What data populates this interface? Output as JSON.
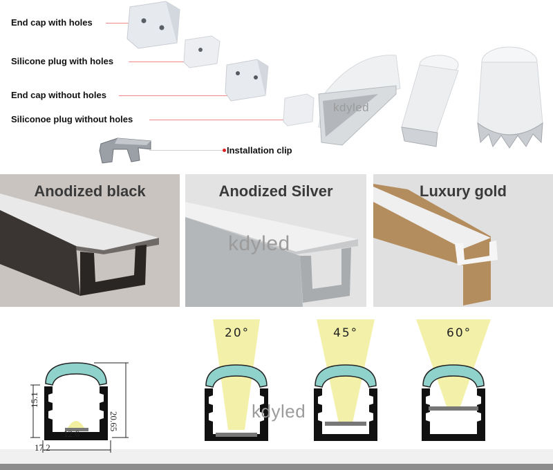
{
  "accessories": {
    "end_cap_with_holes": "End cap with holes",
    "silicone_plug_with_holes": "Silicone plug with holes",
    "end_cap_without_holes": "End cap without holes",
    "silicone_plug_without_holes": "Siliconoe plug without holes",
    "installation_clip": "Installation clip"
  },
  "watermark": "kdyled",
  "finishes": [
    {
      "label": "Anodized black",
      "color": "#2a2624"
    },
    {
      "label": "Anodized Silver",
      "color": "#b9bbbd"
    },
    {
      "label": "Luxury gold",
      "color": "#b48d5e"
    }
  ],
  "dimensions": {
    "width": "17.2",
    "height_inner": "15.1",
    "height_total": "20.65",
    "strip_width": "12.6"
  },
  "beam_angles": [
    "20°",
    "45°",
    "60°"
  ],
  "colors": {
    "diffuser": "#8fd2cc",
    "beam": "#f2efa0",
    "profile": "#111111",
    "band": "#8c8c8c"
  }
}
